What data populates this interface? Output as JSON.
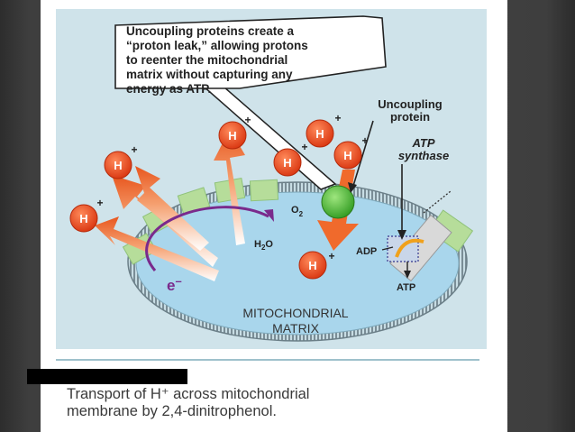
{
  "callout": {
    "line1": "Uncoupling  proteins create a",
    "line2": "“proton leak,” allowing protons",
    "line3": "to reenter the mitochondrial",
    "line4": "matrix without capturing any",
    "line5": "energy as ATP."
  },
  "labels": {
    "uncoupling_line1": "Uncoupling",
    "uncoupling_line2": "protein",
    "atp_synthase_line1": "ATP",
    "atp_synthase_line2": "synthase",
    "o2": "O",
    "o2_sub": "2",
    "h2o_h": "H",
    "h2o_sub": "2",
    "h2o_o": "O",
    "adp": "ADP",
    "atp": "ATP",
    "electron": "e",
    "electron_sup": "–",
    "matrix_line1": "MITOCHONDRIAL",
    "matrix_line2": "MATRIX",
    "proton_symbol": "H",
    "proton_charge": "+"
  },
  "caption": {
    "line1": "Transport of H⁺ across mitochondrial",
    "line2": "membrane by 2,4-dinitrophenol."
  },
  "colors": {
    "proton_fill": "#e0401c",
    "matrix_fill": "#a9d6ec",
    "membrane_green": "#b6dd9a",
    "uncoupler_green": "#4fb83a",
    "arrow_orange": "#f07b3a",
    "electron_purple": "#7a2a8c"
  }
}
